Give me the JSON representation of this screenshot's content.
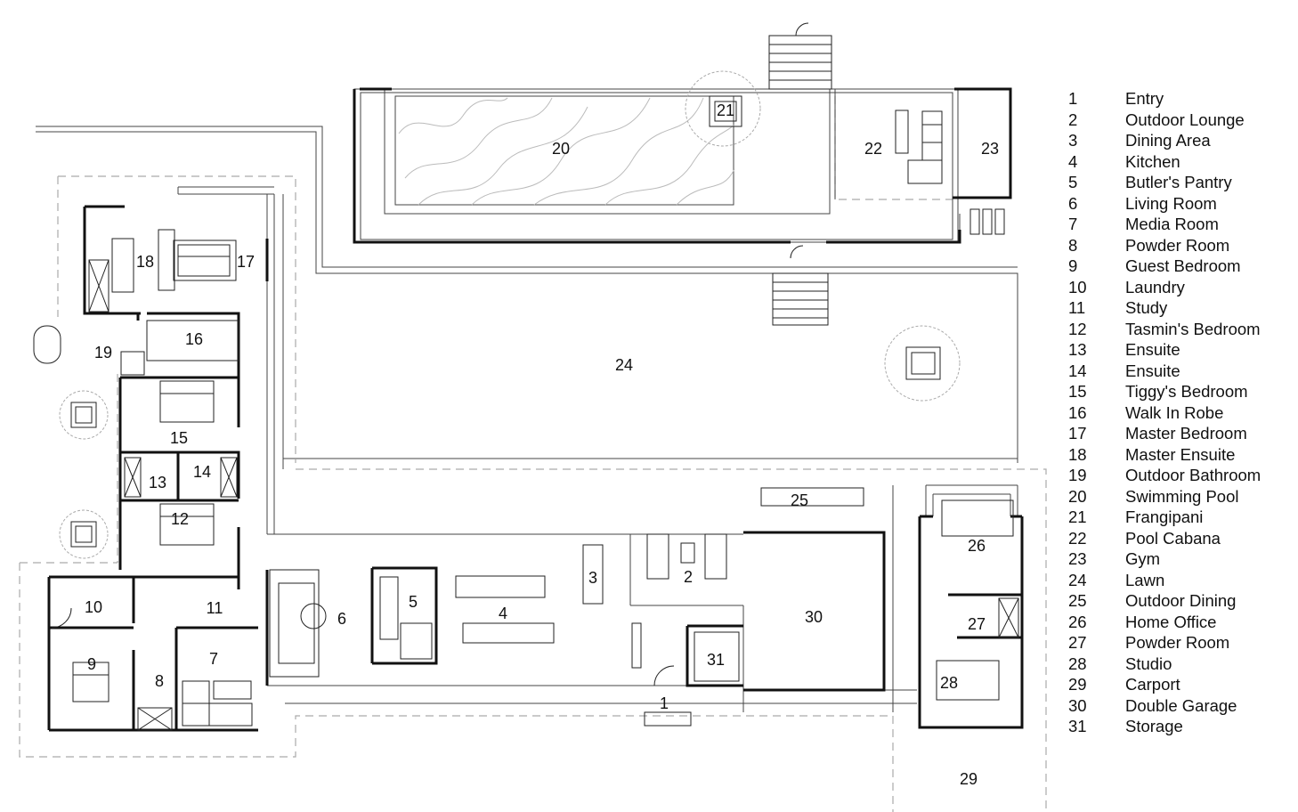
{
  "legend": [
    {
      "num": "1",
      "name": "Entry"
    },
    {
      "num": "2",
      "name": "Outdoor Lounge"
    },
    {
      "num": "3",
      "name": "Dining Area"
    },
    {
      "num": "4",
      "name": "Kitchen"
    },
    {
      "num": "5",
      "name": "Butler's Pantry"
    },
    {
      "num": "6",
      "name": "Living Room"
    },
    {
      "num": "7",
      "name": "Media Room"
    },
    {
      "num": "8",
      "name": "Powder Room"
    },
    {
      "num": "9",
      "name": "Guest Bedroom"
    },
    {
      "num": "10",
      "name": "Laundry"
    },
    {
      "num": "11",
      "name": "Study"
    },
    {
      "num": "12",
      "name": "Tasmin's Bedroom"
    },
    {
      "num": "13",
      "name": "Ensuite"
    },
    {
      "num": "14",
      "name": "Ensuite"
    },
    {
      "num": "15",
      "name": "Tiggy's Bedroom"
    },
    {
      "num": "16",
      "name": "Walk In Robe"
    },
    {
      "num": "17",
      "name": "Master Bedroom"
    },
    {
      "num": "18",
      "name": "Master Ensuite"
    },
    {
      "num": "19",
      "name": "Outdoor Bathroom"
    },
    {
      "num": "20",
      "name": "Swimming Pool"
    },
    {
      "num": "21",
      "name": "Frangipani"
    },
    {
      "num": "22",
      "name": "Pool Cabana"
    },
    {
      "num": "23",
      "name": "Gym"
    },
    {
      "num": "24",
      "name": "Lawn"
    },
    {
      "num": "25",
      "name": "Outdoor Dining"
    },
    {
      "num": "26",
      "name": "Home Office"
    },
    {
      "num": "27",
      "name": "Powder Room"
    },
    {
      "num": "28",
      "name": "Studio"
    },
    {
      "num": "29",
      "name": "Carport"
    },
    {
      "num": "30",
      "name": "Double Garage"
    },
    {
      "num": "31",
      "name": "Storage"
    }
  ],
  "plan_labels": {
    "l1": "1",
    "l2": "2",
    "l3": "3",
    "l4": "4",
    "l5": "5",
    "l6": "6",
    "l7": "7",
    "l8": "8",
    "l9": "9",
    "l10": "10",
    "l11": "11",
    "l12": "12",
    "l13": "13",
    "l14": "14",
    "l15": "15",
    "l16": "16",
    "l17": "17",
    "l18": "18",
    "l19": "19",
    "l20": "20",
    "l21": "21",
    "l22": "22",
    "l23": "23",
    "l24": "24",
    "l25": "25",
    "l26": "26",
    "l27": "27",
    "l28": "28",
    "l29": "29",
    "l30": "30",
    "l31": "31"
  }
}
